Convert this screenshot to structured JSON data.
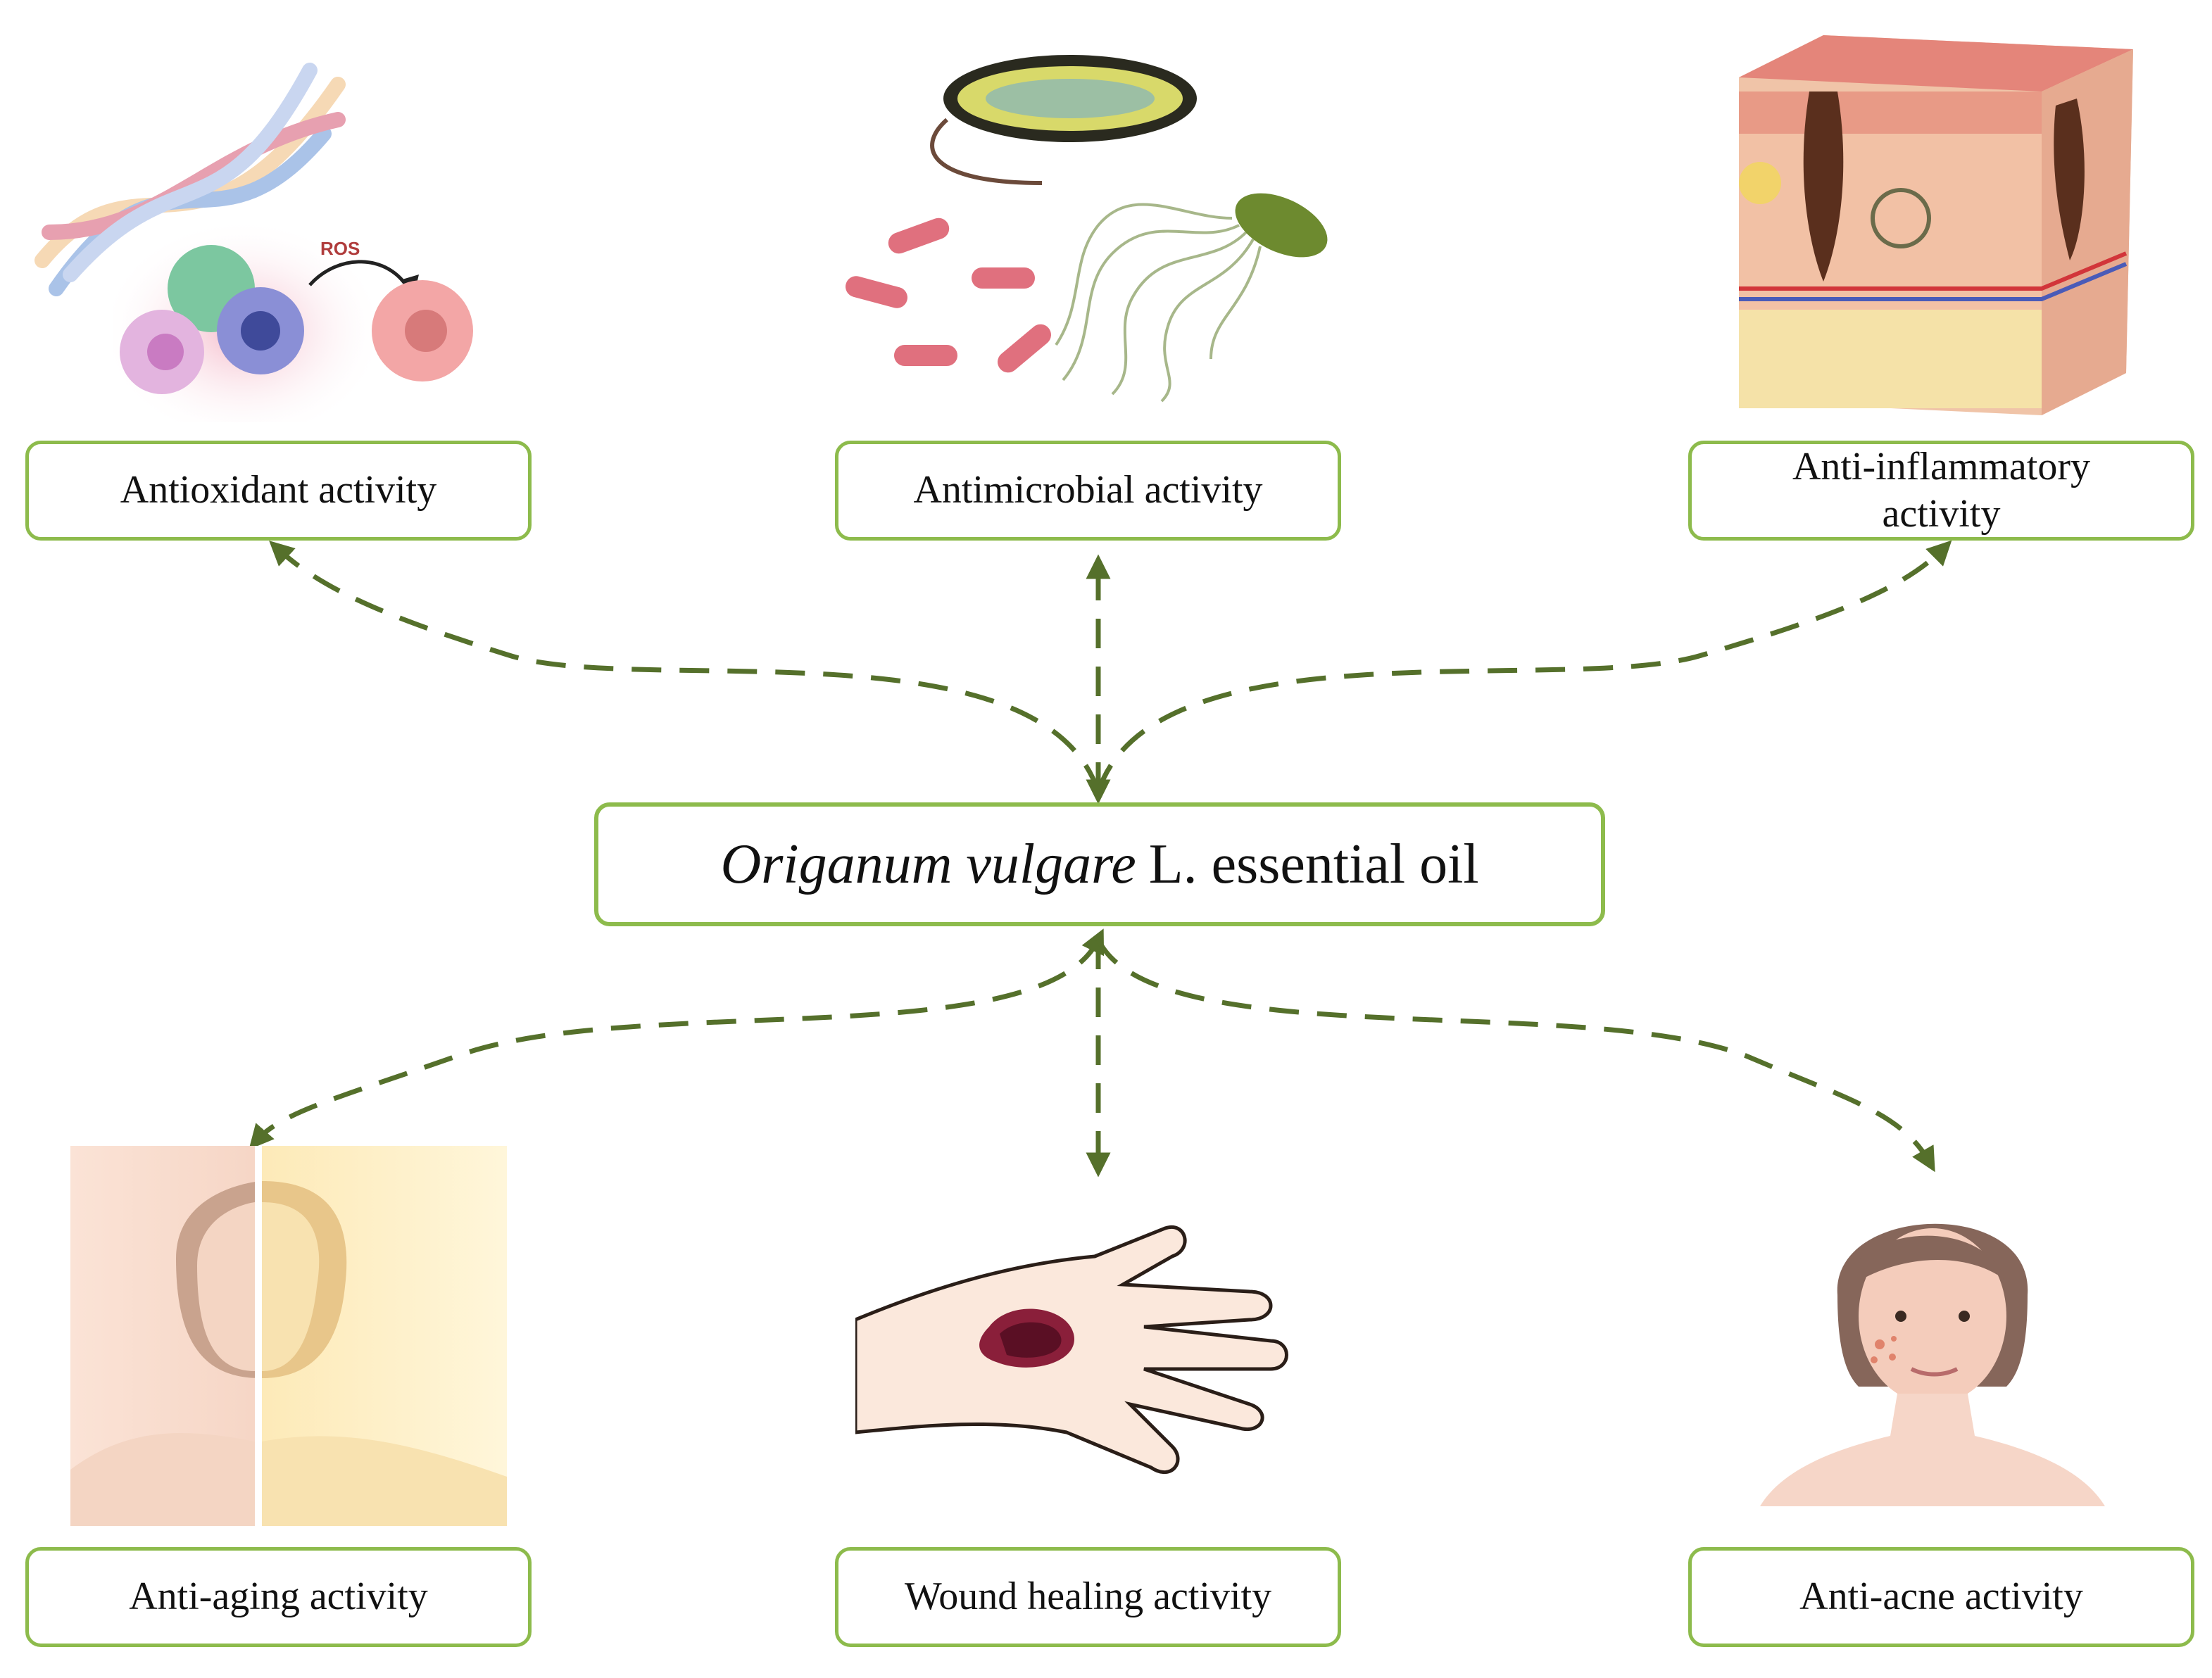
{
  "center": {
    "italic": "Origanum vulgare",
    "rest": "L. essential oil"
  },
  "activities": {
    "antioxidant": "Antioxidant activity",
    "antimicrobial": "Antimicrobial activity",
    "anti_inflammatory": "Anti-inflammatory activity",
    "anti_aging": "Anti-aging activity",
    "wound_healing": "Wound healing activity",
    "anti_acne": "Anti-acne activity"
  },
  "illustration_labels": {
    "ros": "ROS"
  },
  "colors": {
    "box_border": "#8dbb4c",
    "arrow": "#55702b"
  }
}
